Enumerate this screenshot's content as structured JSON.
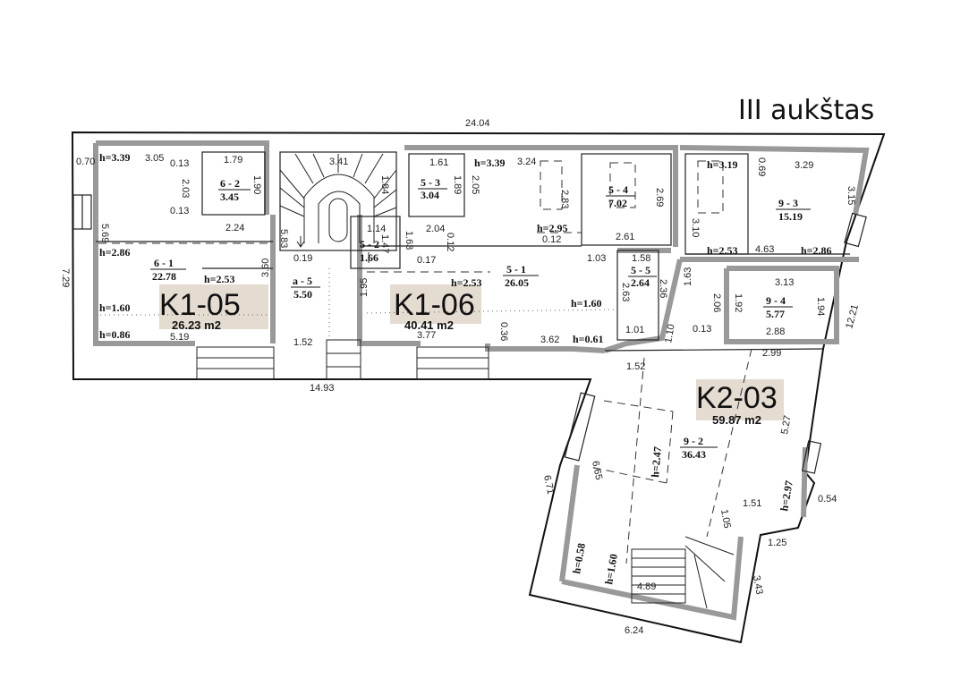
{
  "title": "III aukštas",
  "dimensions": {
    "top_total": "24.04",
    "bottom_left": "14.93",
    "bottom_right": "6.24",
    "left_side": "7.29",
    "right_side": "12.21",
    "d_0_70": "0.70",
    "d_3_05": "3.05",
    "d_0_13a": "0.13",
    "d_1_79": "1.79",
    "d_2_03": "2.03",
    "d_1_90": "1.90",
    "d_0_13b": "0.13",
    "d_2_24": "2.24",
    "d_5_69": "5.69",
    "d_3_60": "3.60",
    "d_5_19": "5.19",
    "d_3_41": "3.41",
    "d_1_84": "1.84",
    "d_5_83": "5.83",
    "d_0_19": "0.19",
    "d_1_52a": "1.52",
    "d_1_14": "1.14",
    "d_1_47": "1.47",
    "d_1_63a": "1.63",
    "d_0_17": "0.17",
    "d_1_95": "1.95",
    "d_3_77": "3.77",
    "d_1_61": "1.61",
    "d_1_89": "1.89",
    "d_2_05": "2.05",
    "d_3_24": "3.24",
    "d_2_83": "2.83",
    "d_2_04": "2.04",
    "d_0_12a": "0.12",
    "d_0_12b": "0.12",
    "d_2_69": "2.69",
    "d_2_61": "2.61",
    "d_1_03": "1.03",
    "d_1_58": "1.58",
    "d_2_63": "2.63",
    "d_2_36": "2.36",
    "d_0_36": "0.36",
    "d_3_62": "3.62",
    "d_1_01": "1.01",
    "d_0_69": "0.69",
    "d_3_29": "3.29",
    "d_3_10": "3.10",
    "d_3_15": "3.15",
    "d_4_63": "4.63",
    "d_1_63b": "1.63",
    "d_2_06": "2.06",
    "d_3_13": "3.13",
    "d_1_92": "1.92",
    "d_1_94": "1.94",
    "d_1_10": "1.10",
    "d_0_13c": "0.13",
    "d_2_88": "2.88",
    "d_2_99": "2.99",
    "d_1_52b": "1.52",
    "d_5_27": "5.27",
    "d_6_65": "6.65",
    "d_6_71": "6.71",
    "d_1_51": "1.51",
    "d_1_05": "1.05",
    "d_0_54": "0.54",
    "d_1_25": "1.25",
    "d_3_43": "3.43",
    "d_4_89": "4.89"
  },
  "heights": {
    "h1": "h=3.39",
    "h2": "h=2.86",
    "h3": "h=2.53",
    "h4": "h=1.60",
    "h5": "h=0.86",
    "h6": "h=3.39",
    "h7": "h=2.95",
    "h8": "h=2.53",
    "h9": "h=1.60",
    "h10": "h=0.61",
    "h11": "h=3.19",
    "h12": "h=2.53",
    "h13": "h=2.86",
    "h14": "h=2.47",
    "h15": "h=2.97",
    "h16": "h=0.58",
    "h17": "h=1.60"
  },
  "rooms": [
    {
      "id": "6 - 2",
      "area": "3.45"
    },
    {
      "id": "6 - 1",
      "area": "22.78"
    },
    {
      "id": "a - 5",
      "area": "5.50"
    },
    {
      "id": "5 - 2",
      "area": "1.66"
    },
    {
      "id": "5 - 3",
      "area": "3.04"
    },
    {
      "id": "5 - 4",
      "area": "7.02"
    },
    {
      "id": "5 - 1",
      "area": "26.05"
    },
    {
      "id": "5 - 5",
      "area": "2.64"
    },
    {
      "id": "9 - 3",
      "area": "15.19"
    },
    {
      "id": "9 - 4",
      "area": "5.77"
    },
    {
      "id": "9 - 2",
      "area": "36.43"
    }
  ],
  "units": [
    {
      "name": "K1-05",
      "area": "26.23 m2"
    },
    {
      "name": "K1-06",
      "area": "40.41 m2"
    },
    {
      "name": "K2-03",
      "area": "59.87 m2"
    }
  ]
}
